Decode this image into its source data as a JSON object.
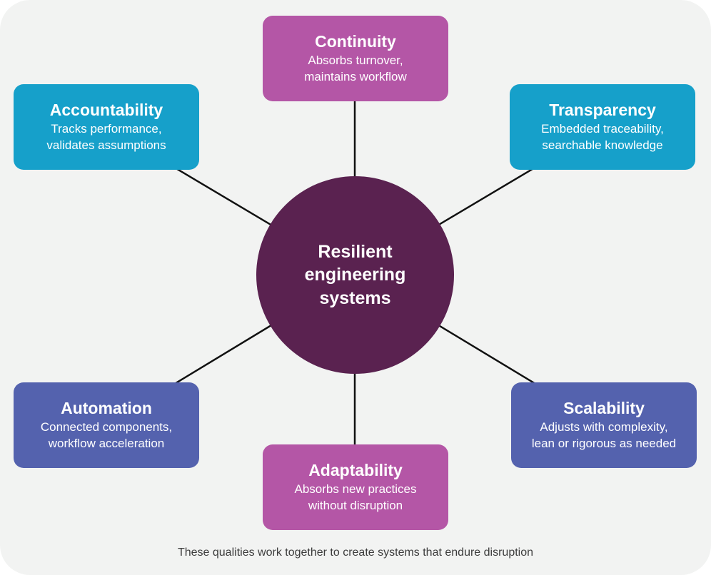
{
  "colors": {
    "card_background": "#f2f3f2",
    "magenta": "#b456a6",
    "cyan": "#16a0ca",
    "indigo": "#5462ae",
    "center_purple": "#5a2250",
    "connector_line": "#111111",
    "footer_text": "#3d3d3d"
  },
  "center": {
    "title": "Resilient\nengineering\nsystems"
  },
  "nodes": [
    {
      "id": "continuity",
      "title": "Continuity",
      "description": "Absorbs turnover,\nmaintains workflow",
      "color": "#b456a6"
    },
    {
      "id": "accountability",
      "title": "Accountability",
      "description": "Tracks performance,\nvalidates assumptions",
      "color": "#16a0ca"
    },
    {
      "id": "transparency",
      "title": "Transparency",
      "description": "Embedded traceability,\nsearchable knowledge",
      "color": "#16a0ca"
    },
    {
      "id": "automation",
      "title": "Automation",
      "description": "Connected components,\nworkflow acceleration",
      "color": "#5462ae"
    },
    {
      "id": "scalability",
      "title": "Scalability",
      "description": "Adjusts with complexity,\nlean or rigorous as needed",
      "color": "#5462ae"
    },
    {
      "id": "adaptability",
      "title": "Adaptability",
      "description": "Absorbs new practices\nwithout disruption",
      "color": "#b456a6"
    }
  ],
  "footer": {
    "caption": "These qualities work together to create systems that endure disruption"
  }
}
